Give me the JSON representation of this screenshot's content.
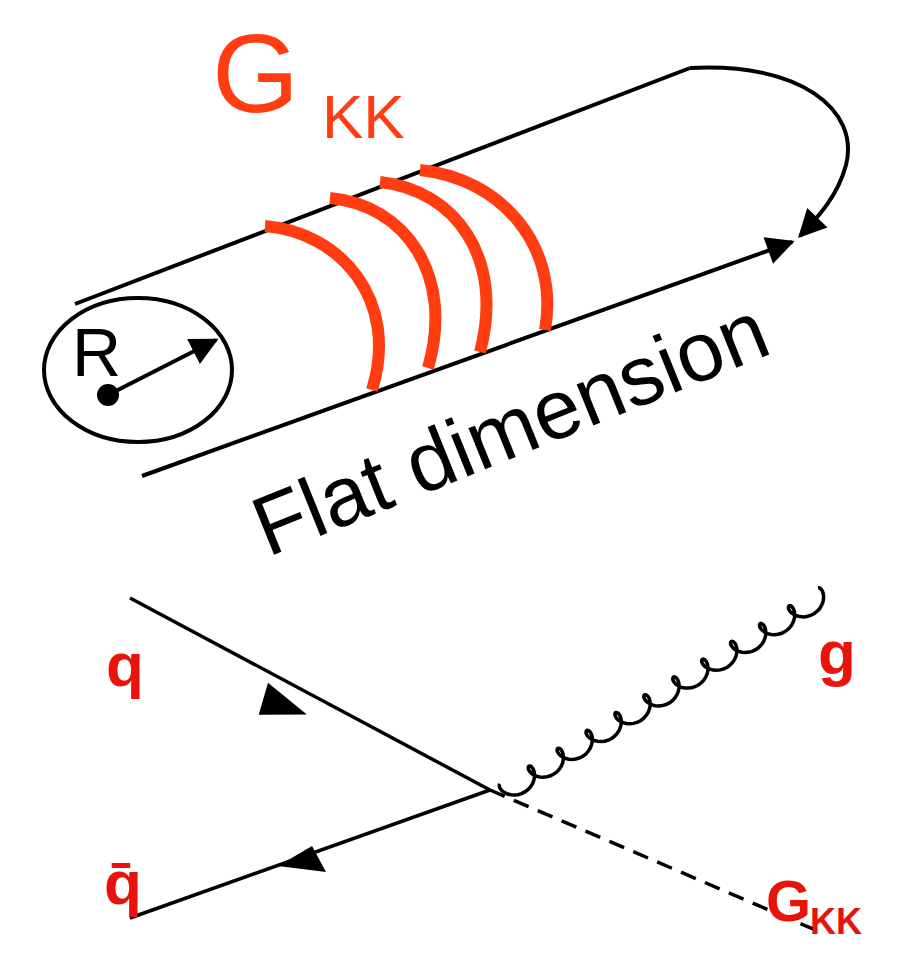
{
  "diagram": {
    "labels": [
      "G",
      "KK",
      "R",
      "Flat dimension",
      "q",
      "g",
      "q̄",
      "G",
      "KK"
    ]
  }
}
